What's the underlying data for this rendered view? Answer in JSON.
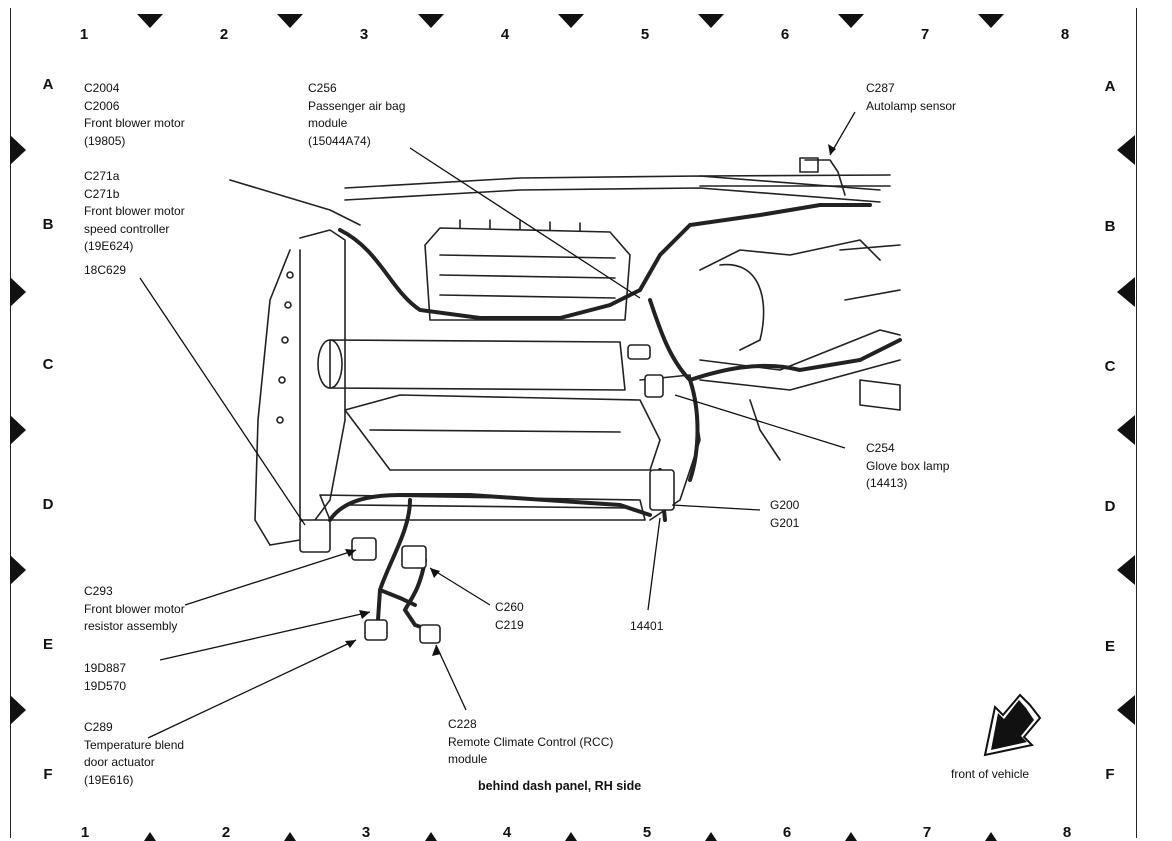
{
  "grid": {
    "columns": [
      "1",
      "2",
      "3",
      "4",
      "5",
      "6",
      "7",
      "8"
    ],
    "rows": [
      "A",
      "B",
      "C",
      "D",
      "E",
      "F"
    ]
  },
  "caption": "behind dash panel, RH side",
  "front_label": "front of vehicle",
  "callouts": {
    "c2004": "C2004\nC2006\nFront blower motor\n(19805)",
    "c271": "C271a\nC271b\nFront blower motor\nspeed controller\n(19E624)",
    "h18c629": "18C629",
    "c256": "C256\nPassenger air bag\nmodule\n(15044A74)",
    "c287": "C287\nAutolamp sensor",
    "c254": "C254\nGlove box lamp\n(14413)",
    "g200": "G200\nG201",
    "c293": "C293\nFront blower motor\nresistor assembly",
    "c260": "C260\nC219",
    "h14401": "14401",
    "h19d887": "19D887\n19D570",
    "c289": "C289\nTemperature blend\ndoor actuator\n(19E616)",
    "c228": "C228\nRemote Climate Control (RCC)\nmodule"
  }
}
